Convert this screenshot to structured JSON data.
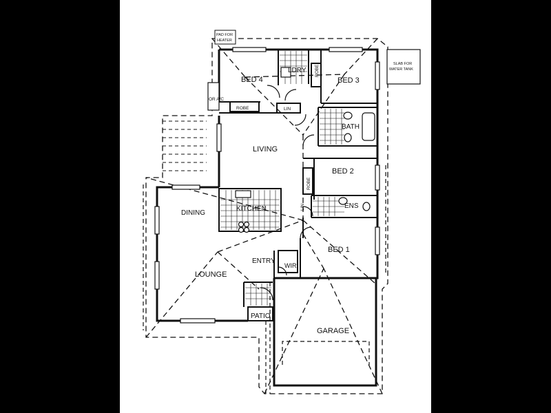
{
  "labels": {
    "bed4": "BED 4",
    "bed3": "BED 3",
    "bed2": "BED 2",
    "bed1": "BED 1",
    "ldry": "LDRY",
    "bath": "BATH",
    "ens": "ENS",
    "living": "LIVING",
    "dining": "DINING",
    "kitchen": "KITCHEN",
    "lounge": "LOUNGE",
    "entry": "ENTRY",
    "wir": "WIR",
    "patio": "PATIO",
    "garage": "GARAGE",
    "robe_bed4": "ROBE",
    "robe_bed3": "ROBE",
    "robe_bed2": "ROBE",
    "lin": "LIN",
    "lin2": "LIN",
    "ac": "OR A/C",
    "pad_heater_1": "PAD FOR",
    "pad_heater_2": "HEATER",
    "slab_tank_1": "SLAB FOR",
    "slab_tank_2": "WATER TANK"
  },
  "colors": {
    "background": "#000000",
    "paper": "#ffffff",
    "ink": "#111111"
  }
}
